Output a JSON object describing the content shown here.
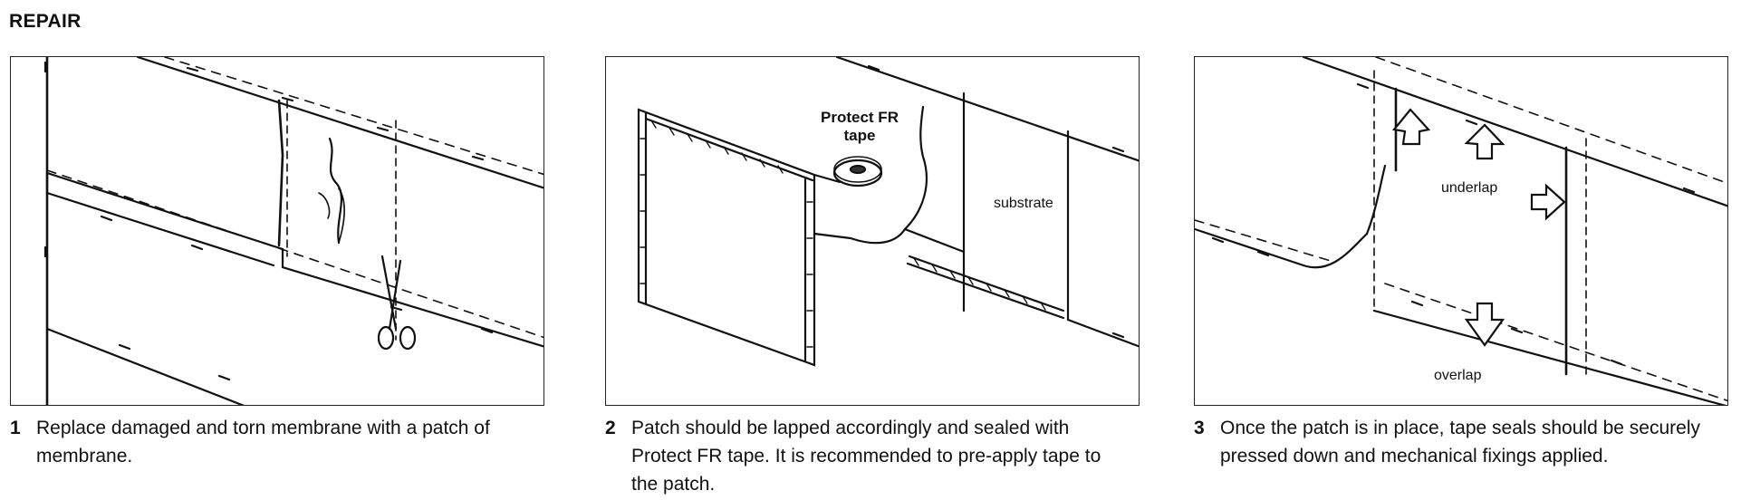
{
  "title": "REPAIR",
  "steps": [
    {
      "number": "1",
      "text": "Replace damaged and torn membrane with a patch of membrane."
    },
    {
      "number": "2",
      "text": "Patch should be lapped accordingly and sealed with Protect FR tape. It is recommended to pre-apply tape to the patch."
    },
    {
      "number": "3",
      "text": "Once the patch is in place, tape seals should be securely pressed down and mechanical fixings applied."
    }
  ],
  "labels": {
    "tape_line1": "Protect FR",
    "tape_line2": "tape",
    "substrate": "substrate",
    "underlap": "underlap",
    "overlap": "overlap"
  }
}
